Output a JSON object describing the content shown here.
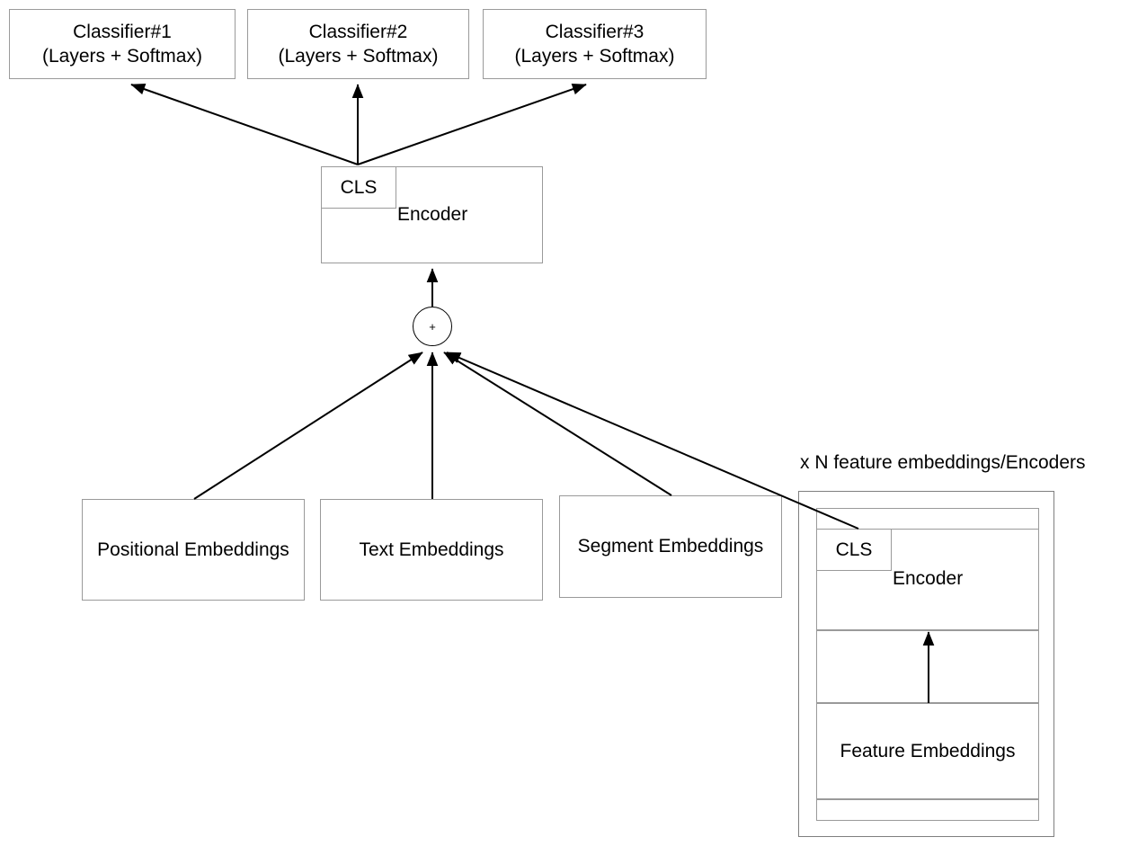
{
  "diagram": {
    "title_text": "x N feature embeddings/Encoders",
    "classifiers": [
      {
        "name": "Classifier#1",
        "sub": "(Layers + Softmax)",
        "text": "Classifier#1\n(Layers + Softmax)"
      },
      {
        "name": "Classifier#2",
        "sub": "(Layers + Softmax)",
        "text": "Classifier#2\n(Layers + Softmax)"
      },
      {
        "name": "Classifier#3",
        "sub": "(Layers + Softmax)",
        "text": "Classifier#3\n(Layers + Softmax)"
      }
    ],
    "main_encoder": {
      "cls_label": "CLS",
      "encoder_label": "Encoder"
    },
    "adder": {
      "symbol": "+"
    },
    "embeddings": [
      {
        "label": "Positional Embeddings"
      },
      {
        "label": "Text Embeddings"
      },
      {
        "label": "Segment Embeddings"
      }
    ],
    "feature_panel": {
      "caption": "x N feature embeddings/Encoders",
      "cls_label": "CLS",
      "encoder_label": "Encoder",
      "feature_label": "Feature Embeddings"
    },
    "colors": {
      "stroke": "#000000",
      "box_border": "#9a9a9a",
      "box_border_dark": "#7f7f7f",
      "background": "#ffffff",
      "text": "#000000"
    }
  }
}
